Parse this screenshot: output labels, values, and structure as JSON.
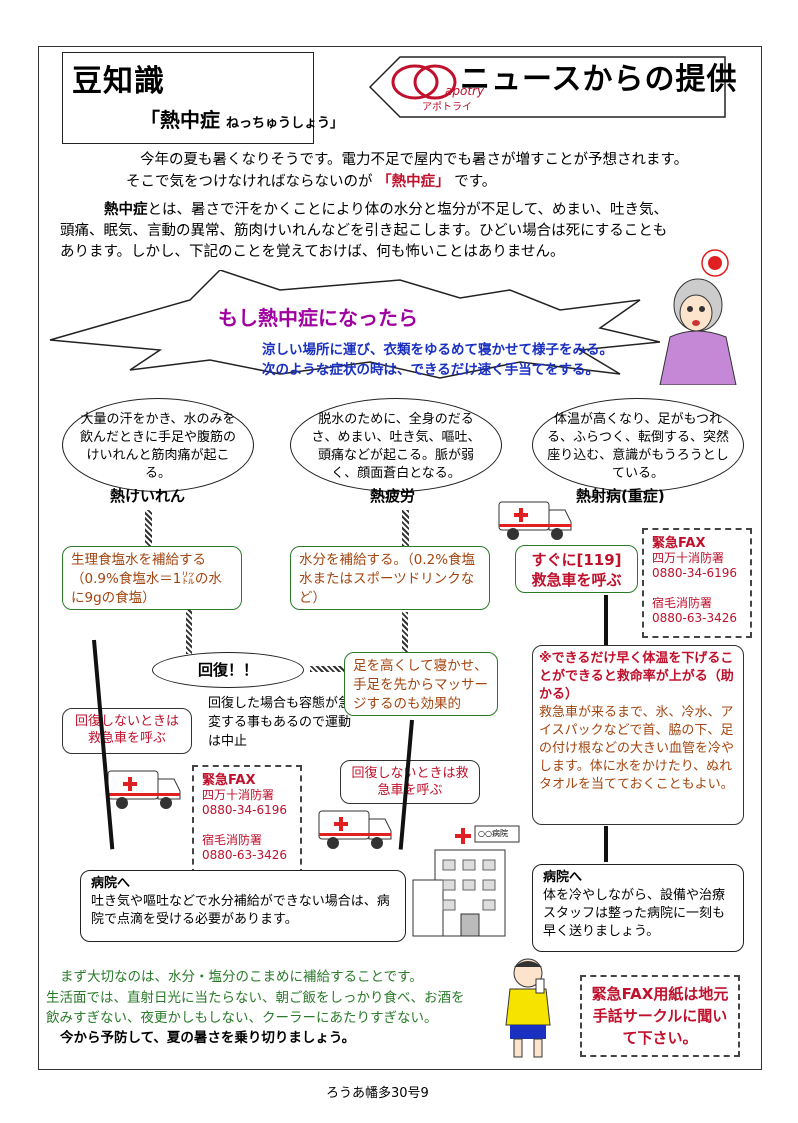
{
  "header": {
    "title": "豆知識",
    "subtitle": "「熱中症",
    "subtitle_reading": "ねっちゅうしょう」",
    "logo_text": "apotry",
    "logo_kana": "アポトライ",
    "news_text": "ニュースからの提供"
  },
  "intro": {
    "p1_line1": "今年の夏も暑くなりそうです。電力不足で屋内でも暑さが増すことが予想されます。",
    "p1_line2_a": "そこで気をつけなければならないのが",
    "p1_line2_b": "「熱中症」",
    "p1_line2_c": "です。",
    "p2_line1_a": "熱中症",
    "p2_line1_b": "とは、暑さで汗をかくことにより体の水分と塩分が不足して、めまい、吐き気、",
    "p2_line2": "頭痛、眠気、言動の異常、筋肉けいれんなどを引き起こします。ひどい場合は死にすることも",
    "p2_line3": "あります。しかし、下記のことを覚えておけば、何も怖いことはありません。"
  },
  "burst": {
    "title": "もし熱中症になったら",
    "line1": "涼しい場所に運び、衣類をゆるめて寝かせて様子をみる。",
    "line2": "次のような症状の時は、できるだけ速く手当てをする。"
  },
  "symptoms": [
    {
      "text": "大量の汗をかき、水のみを飲んだときに手足や腹筋のけいれんと筋肉痛が起こる。",
      "name": "熱けいれん"
    },
    {
      "text": "脱水のために、全身のだるさ、めまい、吐き気、嘔吐、頭痛などが起こる。脈が弱く、顔面蒼白となる。",
      "name": "熱疲労"
    },
    {
      "text": "体温が高くなり、足がもつれる、ふらつく、転倒する、突然座り込む、意識がもうろうとしている。",
      "name": "熱射病(重症)"
    }
  ],
  "treatments": {
    "cramp": "生理食塩水を補給する（0.9%食塩水＝1㍑の水に9gの食塩）",
    "fatigue": "水分を補給する。（0.2%食塩水またはスポーツドリンクなど）",
    "stroke_call": "すぐに[119]救急車を呼ぶ",
    "legs": "足を高くして寝かせ、手足を先からマッサージするのも効果的",
    "recover": "回復！！",
    "recover_note": "回復した場合も容態が急変する事もあるので運動は中止",
    "not_recover_1": "回復しないときは救急車を呼ぶ",
    "not_recover_2": "回復しないときは救急車を呼ぶ",
    "cool_title": "※できるだけ早く体温を下げることができると救命率が上がる（助かる）",
    "cool_body": "救急車が来るまで、氷、冷水、アイスパックなどで首、脇の下、足の付け根などの大きい血管を冷やします。体に水をかけたり、ぬれタオルを当てておくこともよい。"
  },
  "fax": {
    "label": "緊急FAX",
    "station1": "四万十消防署",
    "number1": "0880-34-6196",
    "station2": "宿毛消防署",
    "number2": "0880-63-3426"
  },
  "hospital": {
    "left_title": "病院へ",
    "left_body": "吐き気や嘔吐などで水分補給ができない場合は、病院で点滴を受ける必要があります。",
    "right_title": "病院へ",
    "right_body": "体を冷やしながら、設備や治療スタッフは整った病院に一刻も早く送りましょう。",
    "sign": "○○病院"
  },
  "footer": {
    "line1": "まず大切なのは、水分・塩分のこまめに補給することです。",
    "line2": "生活面では、直射日光に当たらない、朝ご飯をしっかり食べ、お酒を",
    "line3": "飲みすぎない、夜更かしもしない、クーラーにあたりすぎない。",
    "line4": "今から予防して、夏の暑さを乗り切りましょう。",
    "fax_notice": "緊急FAX用紙は地元手話サークルに聞いて下さい。",
    "page_id": "ろうあ幡多30号9"
  },
  "colors": {
    "green": "#2a7a2a",
    "red": "#c0102c",
    "purple": "#a000a0",
    "brown": "#a34510"
  }
}
